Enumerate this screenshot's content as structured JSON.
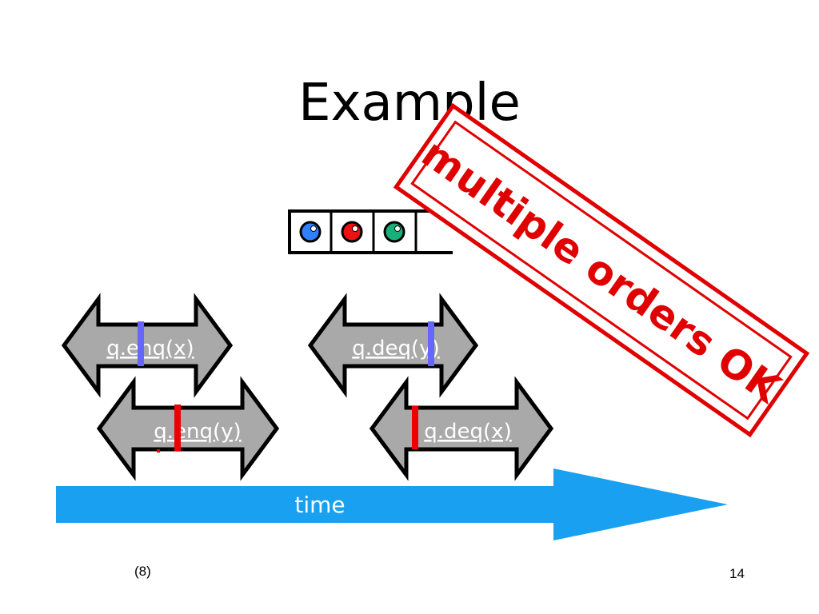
{
  "slide": {
    "title": "Example",
    "footer_left": "(8)",
    "page_number": "14"
  },
  "queue": {
    "items": [
      {
        "name": "blue-item",
        "color": "#2f80ff"
      },
      {
        "name": "red-item",
        "color": "#ee1111"
      },
      {
        "name": "green-item",
        "color": "#18b07a"
      }
    ]
  },
  "operations": [
    {
      "label": "q.enq(x)",
      "marker_color": "#6666ff"
    },
    {
      "label": "q.deq(y)",
      "marker_color": "#6666ff"
    },
    {
      "label": "q.enq(y)",
      "marker_color": "#ee0000"
    },
    {
      "label": "q.deq(x)",
      "marker_color": "#ee0000"
    }
  ],
  "timeline": {
    "label": "time",
    "color": "#1aa0f0"
  },
  "stamp": {
    "text": "multiple orders OK",
    "color": "#e00000"
  }
}
